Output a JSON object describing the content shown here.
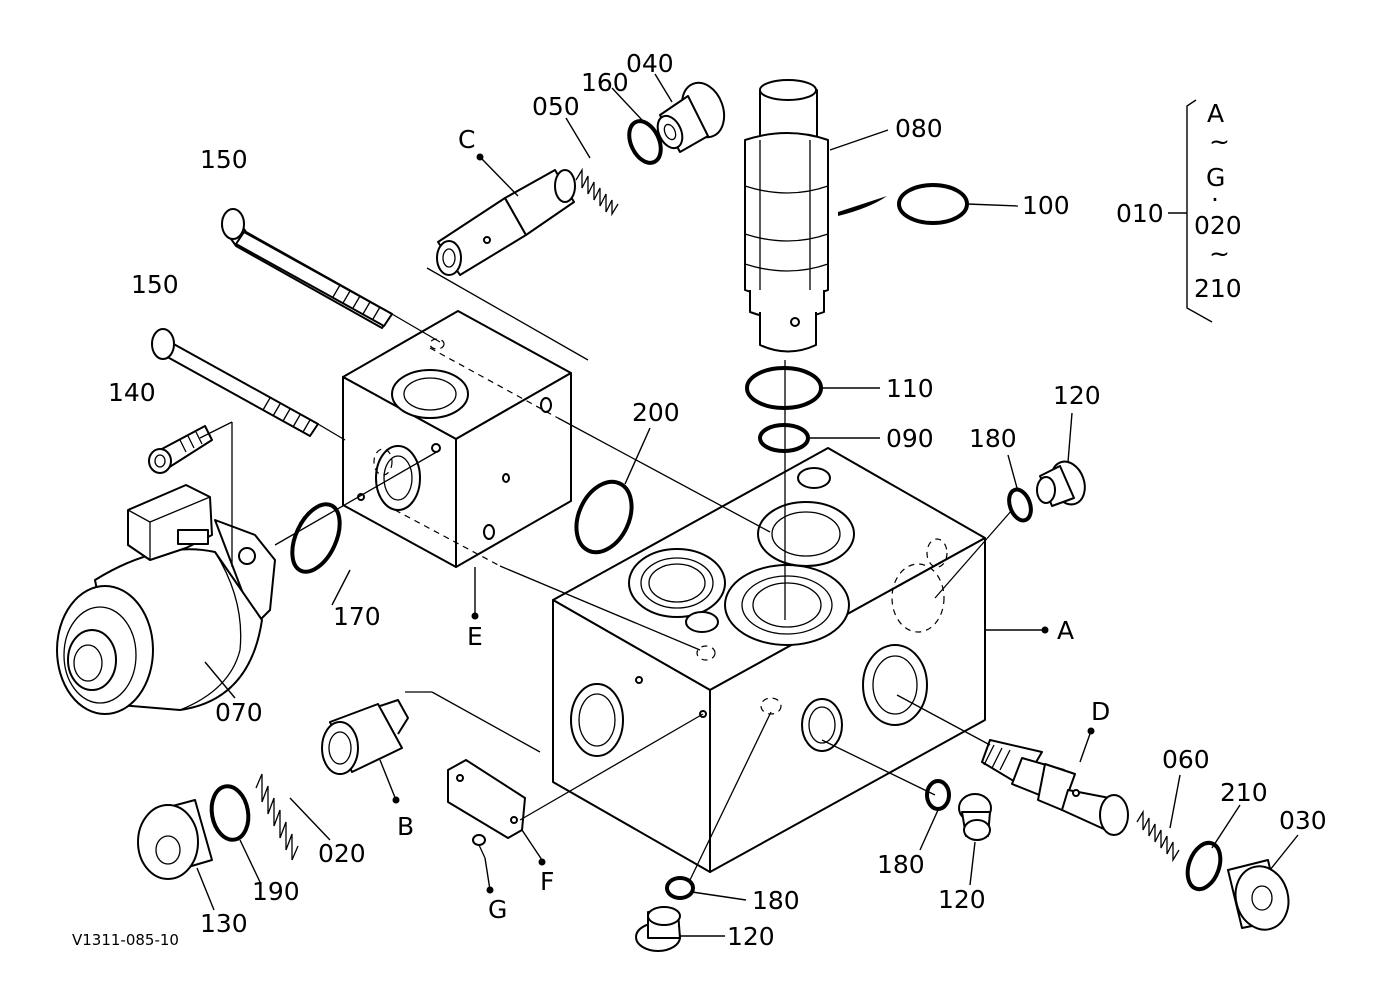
{
  "drawing_id": "V1311-085-10",
  "assembly": {
    "code": "010",
    "range_upper": [
      "A",
      "~",
      "G",
      "·"
    ],
    "range_lower": [
      "020",
      "~",
      "210"
    ]
  },
  "callouts": [
    {
      "key": "c040",
      "text": "040"
    },
    {
      "key": "c160",
      "text": "160"
    },
    {
      "key": "c050",
      "text": "050"
    },
    {
      "key": "cC",
      "text": "C"
    },
    {
      "key": "c080",
      "text": "080"
    },
    {
      "key": "c100",
      "text": "100"
    },
    {
      "key": "c150a",
      "text": "150"
    },
    {
      "key": "c150b",
      "text": "150"
    },
    {
      "key": "c140",
      "text": "140"
    },
    {
      "key": "c110",
      "text": "110"
    },
    {
      "key": "c090",
      "text": "090"
    },
    {
      "key": "c200",
      "text": "200"
    },
    {
      "key": "c180a",
      "text": "180"
    },
    {
      "key": "c120a",
      "text": "120"
    },
    {
      "key": "c170",
      "text": "170"
    },
    {
      "key": "cE",
      "text": "E"
    },
    {
      "key": "cA",
      "text": "A"
    },
    {
      "key": "c070",
      "text": "070"
    },
    {
      "key": "cD",
      "text": "D"
    },
    {
      "key": "c060",
      "text": "060"
    },
    {
      "key": "c210",
      "text": "210"
    },
    {
      "key": "c030",
      "text": "030"
    },
    {
      "key": "cB",
      "text": "B"
    },
    {
      "key": "c020",
      "text": "020"
    },
    {
      "key": "c190",
      "text": "190"
    },
    {
      "key": "c130",
      "text": "130"
    },
    {
      "key": "cF",
      "text": "F"
    },
    {
      "key": "cG",
      "text": "G"
    },
    {
      "key": "c180b",
      "text": "180"
    },
    {
      "key": "c120b",
      "text": "120"
    },
    {
      "key": "c180c",
      "text": "180"
    },
    {
      "key": "c120c",
      "text": "120"
    }
  ]
}
